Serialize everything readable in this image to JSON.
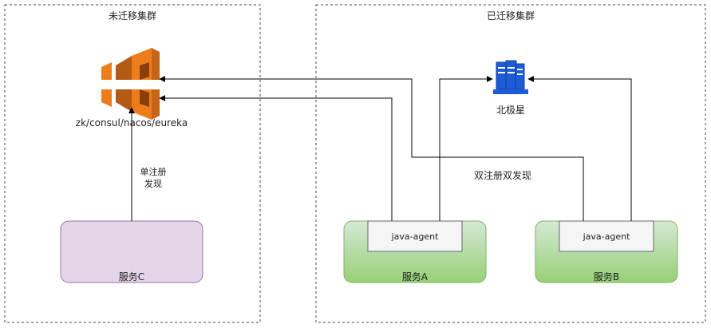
{
  "groups": {
    "left_title": "未迁移集群",
    "right_title": "已迁移集群"
  },
  "nodes": {
    "registry_label": "zk/consul/nacos/eureka",
    "polaris_label": "北极星",
    "service_c": "服务C",
    "service_a": "服务A",
    "service_b": "服务B",
    "agent_a": "java-agent",
    "agent_b": "java-agent"
  },
  "edges": {
    "single_line1": "单注册",
    "single_line2": "发现",
    "dual": "双注册双发现"
  },
  "colors": {
    "aws_orange": "#ED7D1A",
    "aws_dark": "#B55A13",
    "server_blue": "#1E5BD8",
    "purple_fill": "#E1D5E7",
    "purple_stroke": "#9673A6",
    "green_fill": "#D5E8D4",
    "green_top": "#C3E0B5",
    "green_stroke": "#82B366"
  }
}
